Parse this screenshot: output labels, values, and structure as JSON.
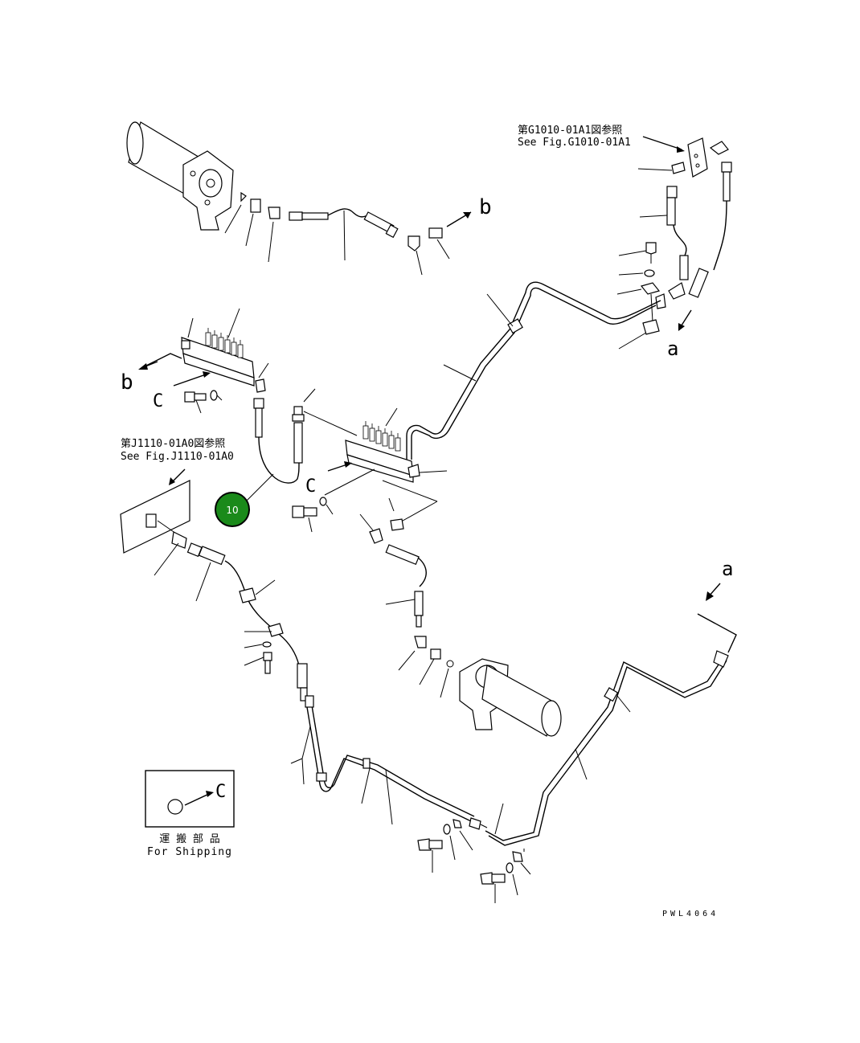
{
  "drawing": {
    "ref_g1010_jp": "第G1010-01A1図参照",
    "ref_g1010_en": "See Fig.G1010-01A1",
    "ref_j1110_jp": "第J1110-01A0図参照",
    "ref_j1110_en": "See Fig.J1110-01A0",
    "label_a": "a",
    "label_b": "b",
    "label_c": "C",
    "callout_number": "10",
    "callout_color": "#1a8a1a",
    "shipping_jp": "運 搬 部 品",
    "shipping_en": "For Shipping",
    "drawing_code": "PWL4064"
  }
}
